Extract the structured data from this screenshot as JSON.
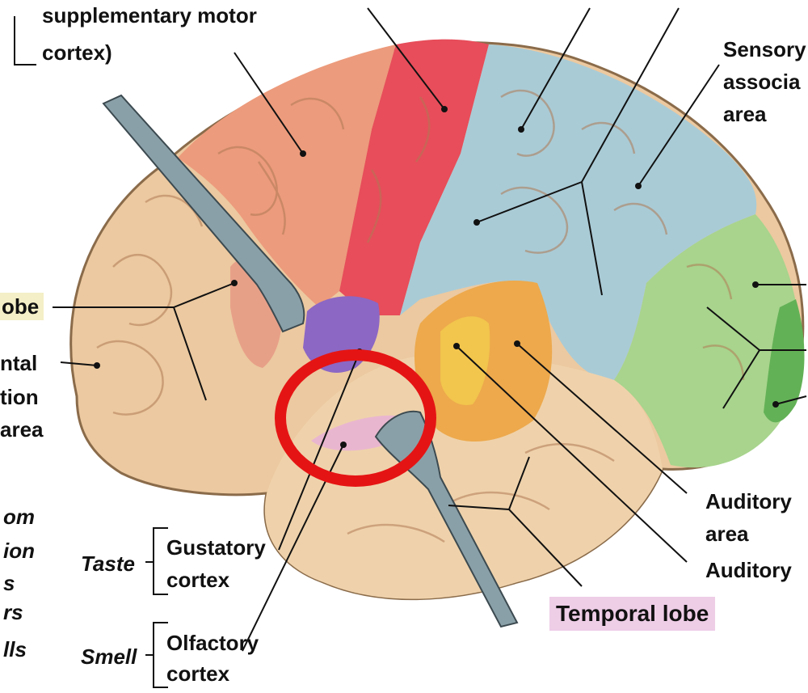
{
  "labels": {
    "supplementary": "supplementary motor",
    "supplementary_2": "cortex)",
    "sensory": "Sensory",
    "sensory_2": "associa",
    "sensory_3": "area",
    "frontal_lobe": "obe",
    "prefrontal": "ntal",
    "prefrontal_2": "tion",
    "prefrontal_3": "area",
    "left_italic": [
      "om",
      "ion",
      "s",
      "rs",
      "lls"
    ],
    "taste": "Taste",
    "gustatory": "Gustatory",
    "gustatory_2": "cortex",
    "smell": "Smell",
    "olfactory": "Olfactory",
    "olfactory_2": "cortex",
    "auditory_assoc": "Auditory",
    "auditory_assoc_2": "area",
    "auditory": "Auditory",
    "temporal_lobe": "Temporal lobe"
  },
  "colors": {
    "frontal_tan": "#ecc9a0",
    "premotor_salmon": "#ec9b7c",
    "motor_red": "#e74d5a",
    "sensory_blue": "#a9cbd6",
    "visual_green": "#a8d48d",
    "auditory_orange": "#eda94c",
    "temporal_tan": "#efd2ab",
    "gustatory_purple": "#8c67c4",
    "olfactory_pink": "#e9b6cf",
    "highlight_circle": "#e51414",
    "frontal_lobe_box": "#f4efc6",
    "temporal_lobe_box": "#eecde7"
  },
  "highlight": "red-circle"
}
